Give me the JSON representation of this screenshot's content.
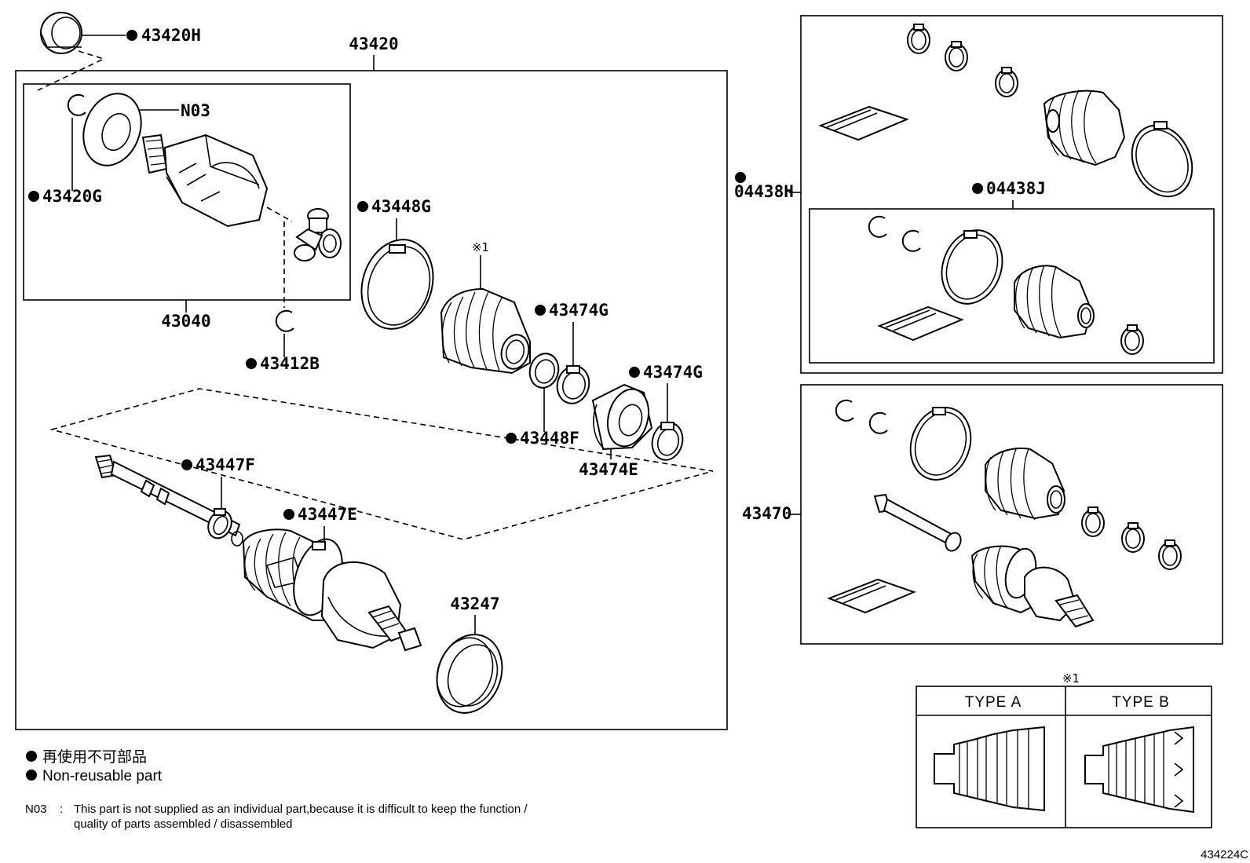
{
  "labels": {
    "p43420": "43420",
    "p43420H": "43420H",
    "pN03": "N03",
    "p43420G": "43420G",
    "p43040": "43040",
    "p43412B": "43412B",
    "p43448G": "43448G",
    "boot_note": "※1",
    "p43474G_a": "43474G",
    "p43474G_b": "43474G",
    "p43448F": "43448F",
    "p43474E": "43474E",
    "p43447F": "43447F",
    "p43447E": "43447E",
    "p43247": "43247",
    "p04438H": "04438H",
    "p04438J": "04438J",
    "p43470": "43470"
  },
  "legend": {
    "non_reusable_jp": "再使用不可部品",
    "non_reusable_en": "Non-reusable part",
    "note_code": "N03",
    "note_sep": ":",
    "note_line1": "This part is not supplied as an individual part,because it is difficult to keep the function /",
    "note_line2": "quality of parts assembled / disassembled"
  },
  "type_box": {
    "mark": "※1",
    "type_a": "TYPE A",
    "type_b": "TYPE B"
  },
  "figure_code": "434224C"
}
